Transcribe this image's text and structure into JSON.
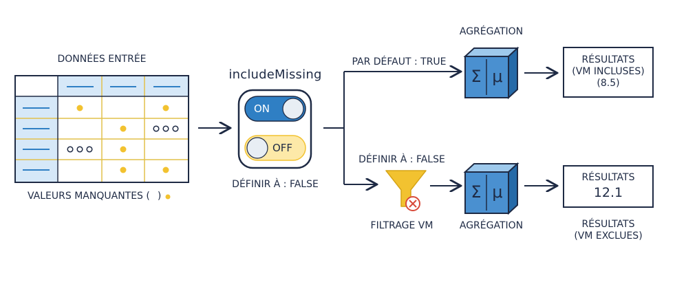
{
  "input": {
    "title": "DONNÉES ENTRÉE",
    "missing_label": "VALEURS MANQUANTES (",
    "missing_close": ")"
  },
  "toggle": {
    "title": "includeMissing",
    "on_label": "ON",
    "off_label": "OFF",
    "set_label": "DÉFINIR À : FALSE"
  },
  "branch_top": {
    "label": "PAR DÉFAUT : TRUE",
    "agg_title": "AGRÉGATION",
    "result_line1": "RÉSULTATS",
    "result_line2": "(VM INCLUSES)",
    "result_line3": "(8.5)"
  },
  "branch_bottom": {
    "label": "DÉFINIR À : FALSE",
    "filter_title": "FILTRAGE VM",
    "agg_title": "AGRÉGATION",
    "result_line1": "RÉSULTATS",
    "result_value": "12.1",
    "caption_line1": "RÉSULTATS",
    "caption_line2": "(VM EXCLUES)"
  },
  "symbols": {
    "sigma": "Σ",
    "mu": "μ"
  },
  "colors": {
    "navy": "#1e2a44",
    "blue": "#2f7fc4",
    "light_blue": "#d6e8f8",
    "yellow": "#f2c230",
    "light_yellow": "#fde9a8",
    "red": "#d84a3a",
    "grid_line": "#e2c04a"
  }
}
